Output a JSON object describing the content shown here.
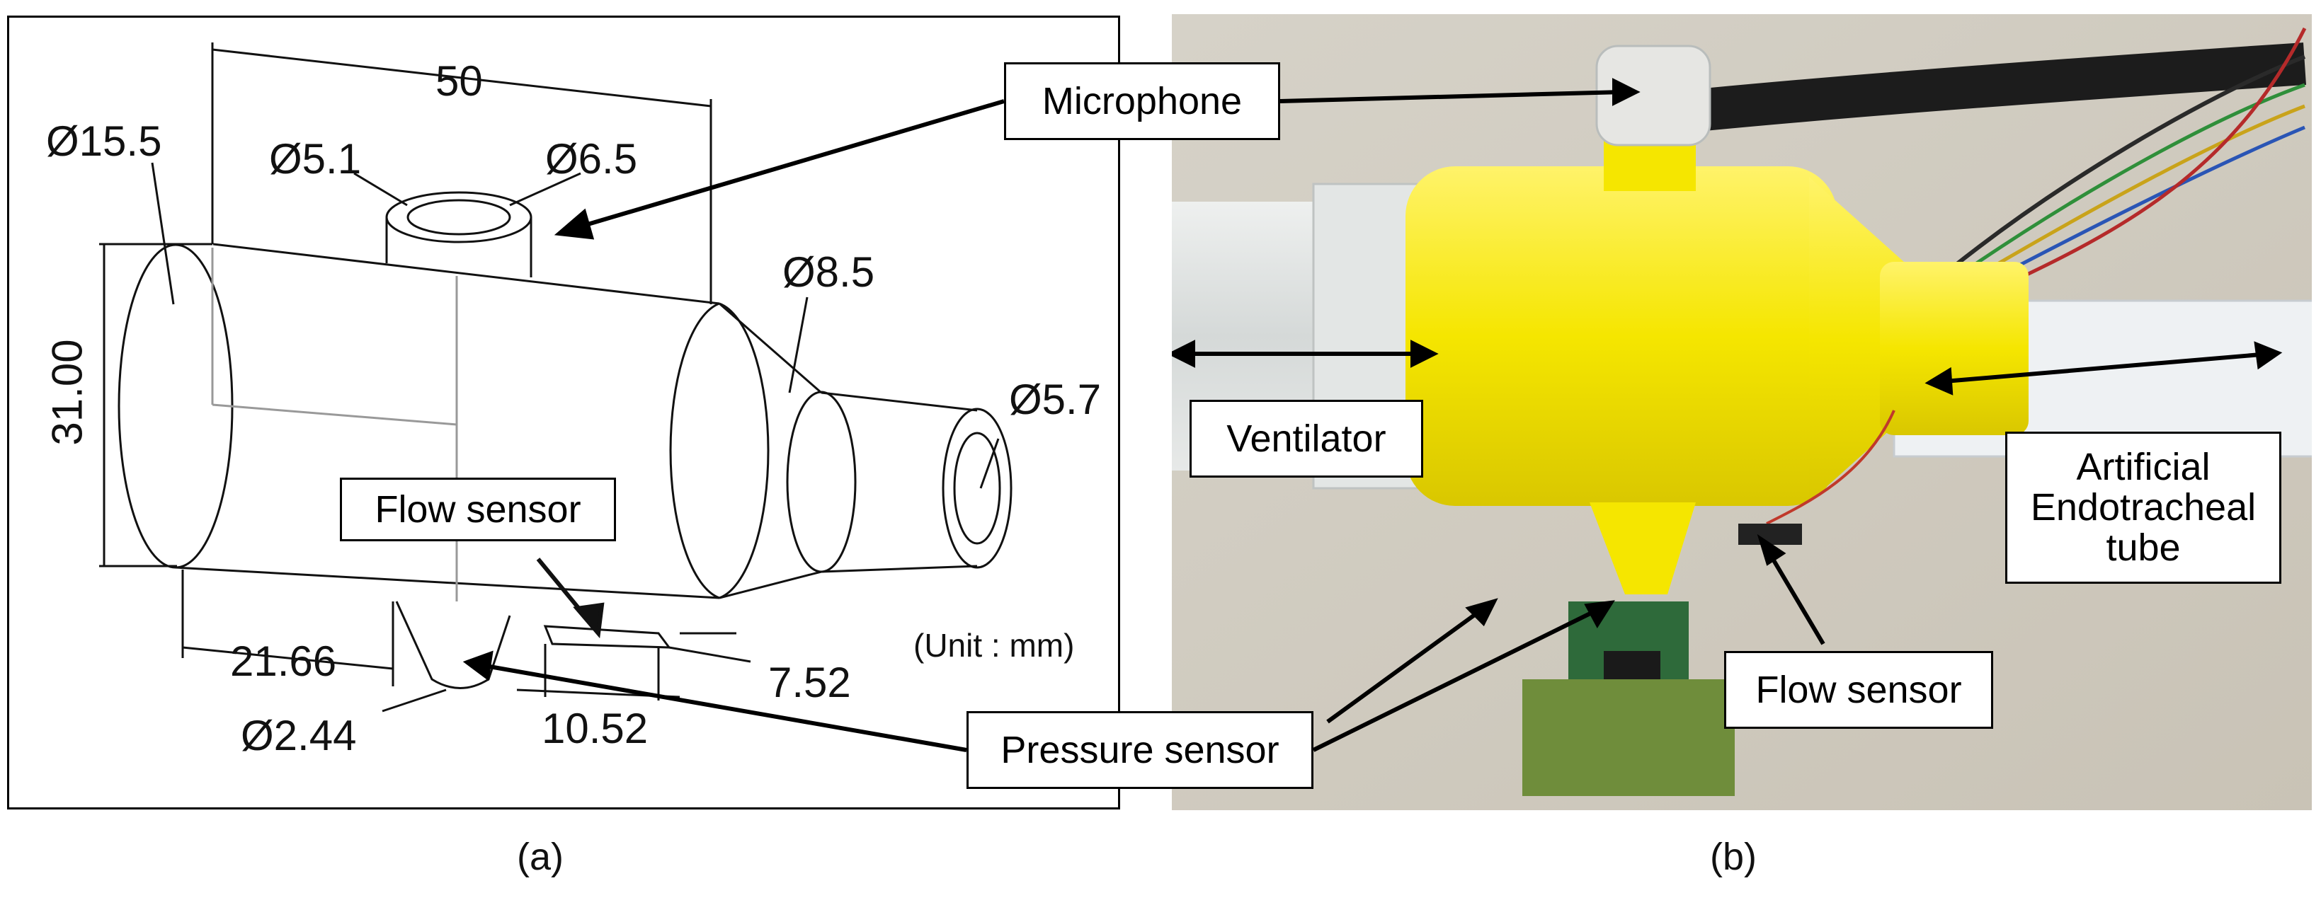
{
  "panel_a": {
    "label": "(a)",
    "dimensions": {
      "length": "50",
      "outer_diameter": "Ø15.5",
      "port_inner": "Ø5.1",
      "port_outer": "Ø6.5",
      "height": "31.00",
      "outlet_outer": "Ø8.5",
      "outlet_inner": "Ø5.7",
      "offset": "21.66",
      "nozzle": "Ø2.44",
      "sensor_length": "10.52",
      "sensor_width": "7.52"
    },
    "unit_note": "(Unit : mm)",
    "callouts": {
      "flow_sensor": "Flow sensor"
    }
  },
  "panel_b": {
    "label": "(b)",
    "callouts": {
      "ventilator": "Ventilator",
      "artificial_tube": [
        "Artificial",
        "Endotracheal",
        "tube"
      ],
      "flow_sensor": "Flow sensor"
    }
  },
  "shared_callouts": {
    "microphone": "Microphone",
    "pressure_sensor": "Pressure sensor"
  },
  "colors": {
    "adapter_yellow": "#f5e600",
    "tube_white": "#e8ecef",
    "background_cloth": "#d9d4c8"
  }
}
